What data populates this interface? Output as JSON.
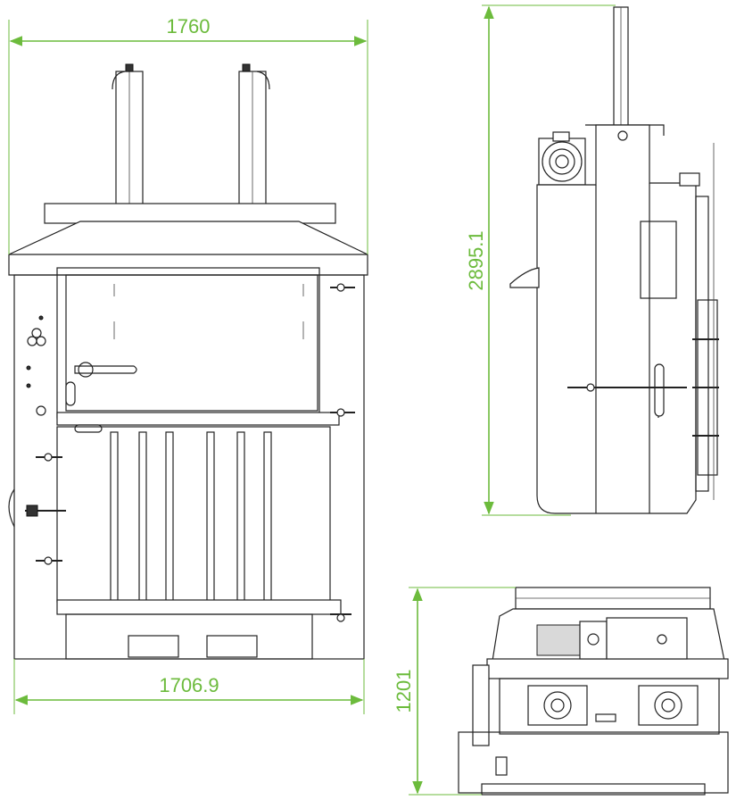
{
  "accent_color": "#6cbb3c",
  "line_color": "#222222",
  "dimensions": {
    "top_width": "1760",
    "bottom_width": "1706.9",
    "height": "2895.1",
    "depth": "1201"
  },
  "views": [
    "front-view",
    "side-view",
    "top-view"
  ]
}
